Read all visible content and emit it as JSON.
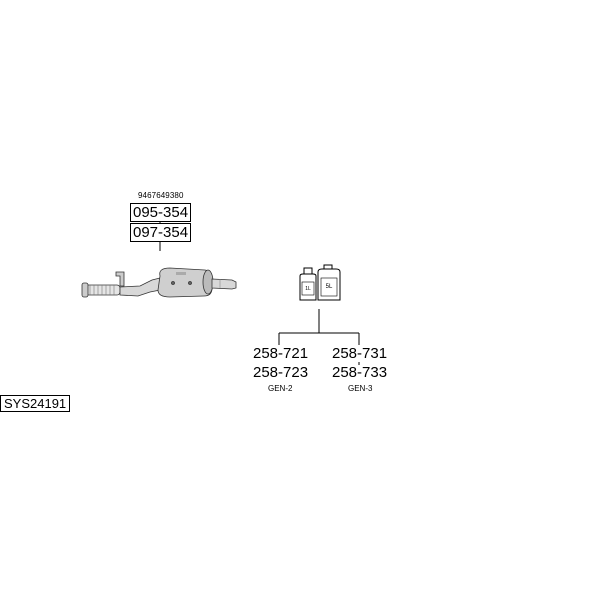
{
  "diagram": {
    "system_code": "SYS24191",
    "oe_number": "9467649380",
    "exhaust_parts": [
      "095-354",
      "097-354"
    ],
    "fluid_groups": [
      {
        "parts": [
          "258-721",
          "258-723"
        ],
        "generation": "GEN-2"
      },
      {
        "parts": [
          "258-731",
          "258-733"
        ],
        "generation": "GEN-3"
      }
    ],
    "container_labels": [
      "1L",
      "5L"
    ]
  }
}
